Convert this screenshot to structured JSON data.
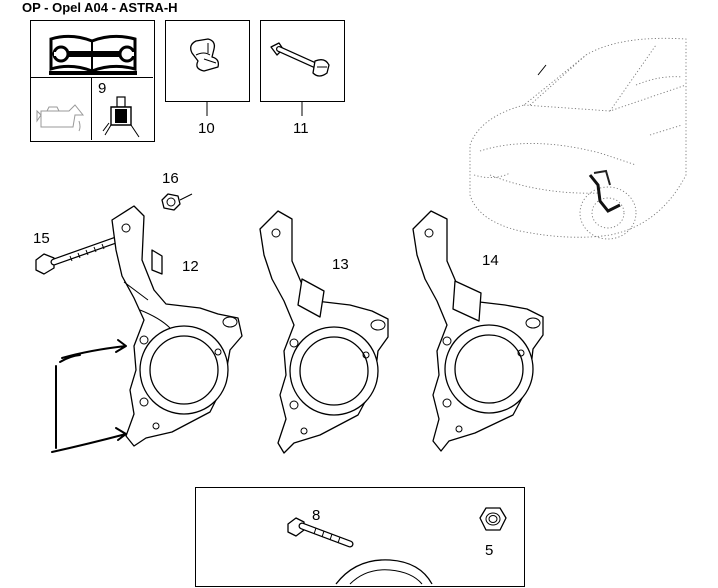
{
  "header": {
    "title": "OP - Opel A04 - ASTRA-H"
  },
  "callouts": {
    "n5": "5",
    "n8": "8",
    "n9": "9",
    "n10": "10",
    "n11": "11",
    "n12": "12",
    "n13": "13",
    "n14": "14",
    "n15": "15",
    "n16": "16"
  },
  "icons": {
    "manual": "service-manual-wrench-icon",
    "oil": "oil-can-icon",
    "grease": "grease-tube-icon"
  }
}
